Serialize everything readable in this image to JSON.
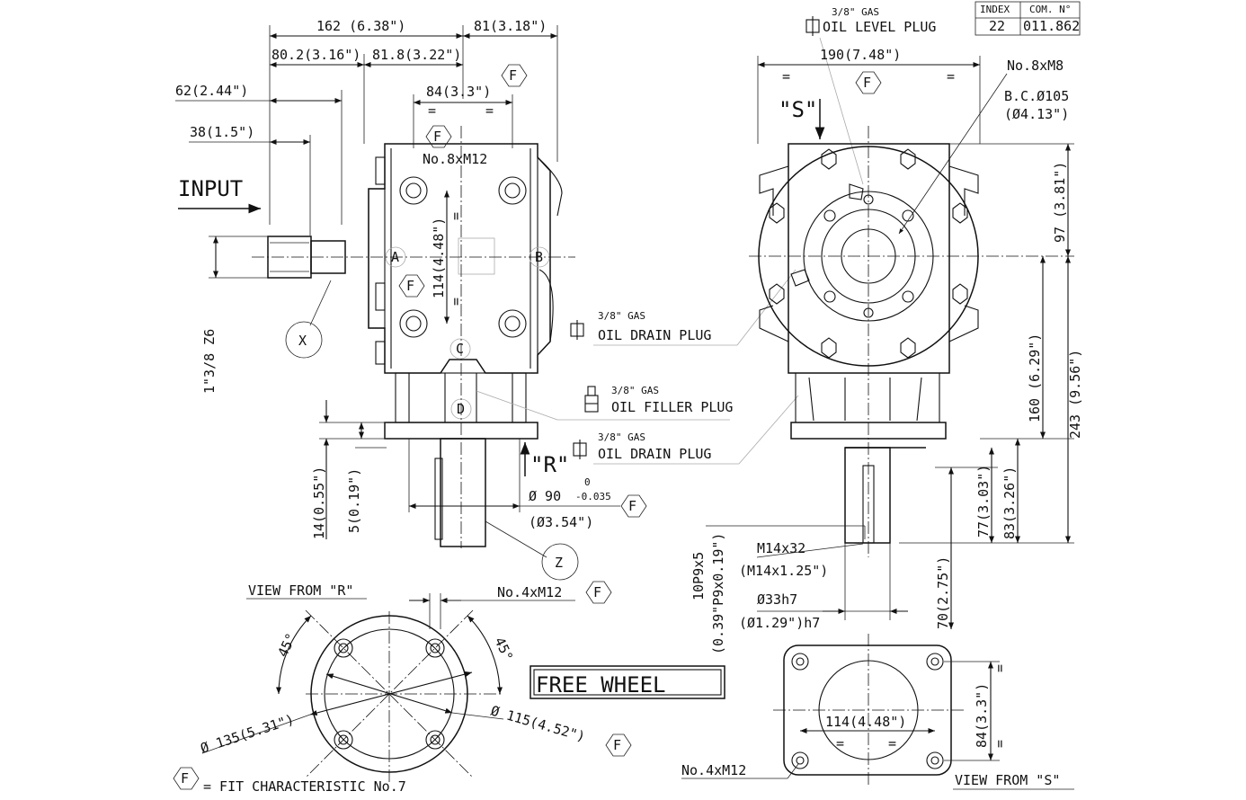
{
  "title_block": {
    "index_label": "INDEX",
    "index_value": "22",
    "com_label": "COM. N°",
    "com_value": "011.862"
  },
  "labels": {
    "input": "INPUT",
    "view_r": "VIEW FROM \"R\"",
    "view_s": "VIEW FROM \"S\"",
    "free_wheel": "FREE WHEEL",
    "fit_f": "F",
    "fit_legend": "= FIT CHARACTERISTIC No.7",
    "arrow_s": "\"S\"",
    "arrow_r": "\"R\"",
    "mark_a": "A",
    "mark_b": "B",
    "mark_c": "C",
    "mark_d": "D",
    "mark_x": "X",
    "mark_z": "Z",
    "eq": "=",
    "par": "="
  },
  "plugs": {
    "level_size": "3/8\" GAS",
    "level_name": "OIL LEVEL PLUG",
    "drain1_size": "3/8\" GAS",
    "drain1_name": "OIL DRAIN PLUG",
    "filler_size": "3/8\" GAS",
    "filler_name": "OIL FILLER PLUG",
    "drain2_size": "3/8\" GAS",
    "drain2_name": "OIL DRAIN PLUG"
  },
  "dims": {
    "d162": "162 (6.38\")",
    "d81": "81(3.18\")",
    "d80": "80.2(3.16\")",
    "d818": "81.8(3.22\")",
    "d62": "62(2.44\")",
    "d84top": "84(3.3\")",
    "d38": "38(1.5\")",
    "holes_top": "No.8xM12",
    "d114v": "114(4.48\")",
    "shaft": "1\"3/8 Z6",
    "d14": "14(0.55\")",
    "d5": "5(0.19\")",
    "d90": "Ø 90",
    "d90tol_up": "0",
    "d90tol_dn": "-0.035",
    "d354": "(Ø3.54\")",
    "d190": "190(7.48\")",
    "holes_m8": "No.8xM8",
    "bc": "B.C.Ø105",
    "bc_in": "(Ø4.13\")",
    "d97": "97 (3.81\")",
    "d160": "160 (6.29\")",
    "d243": "243 (9.56\")",
    "d77": "77(3.03\")",
    "d83": "83(3.26\")",
    "d10p9": "10P9x5",
    "d10p9_in": "(0.39\"P9x0.19\")",
    "m14": "M14x32",
    "m14_in": "(M14x1.25\")",
    "d33": "Ø33h7",
    "d33_in": "(Ø1.29\")h7",
    "d70": "70(2.75\")",
    "holes_m12r": "No.4xM12",
    "a45l": "45°",
    "a45r": "45°",
    "d135": "Ø 135(5.31\")",
    "d115": "Ø 115(4.52\")",
    "d114h": "114(4.48\")",
    "d84v": "84(3.3\")",
    "holes_m12s": "No.4xM12"
  }
}
